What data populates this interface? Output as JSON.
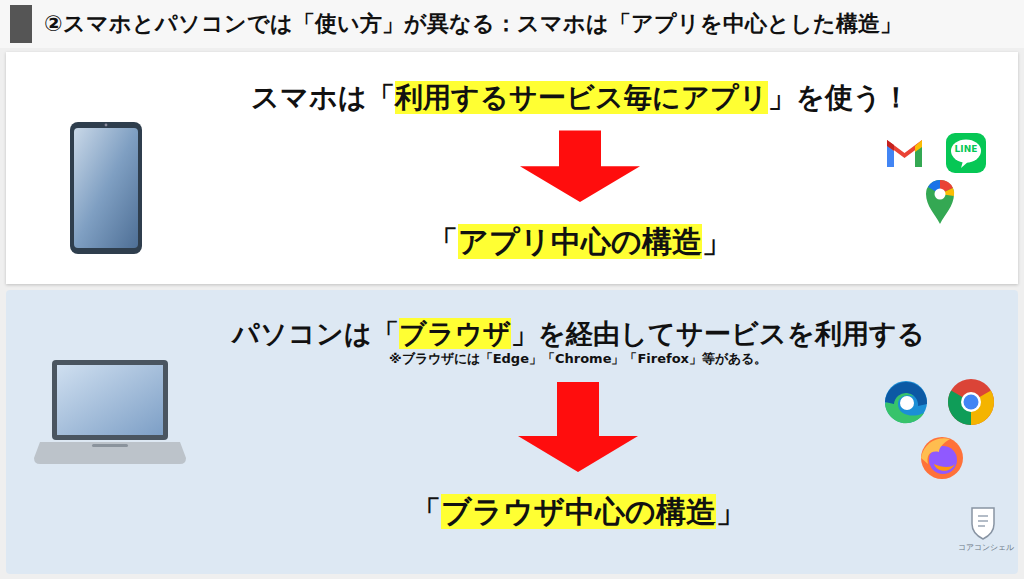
{
  "diagram": {
    "title": "②スマホとパソコンでは「使い方」が異なる：スマホは「アプリを中心とした構造」",
    "nodes": [
      {
        "text": [
          "スマホは「利用するサービス毎にアプリ」を使う！"
        ]
      },
      {
        "text": [
          "「アプリ中心の構造」"
        ]
      },
      {
        "text": [
          "パソコンは「ブラウザ」を経由してサービスを利用する",
          "※ブラウザには「Edge」「Chrome」「Firefox」等がある。"
        ]
      },
      {
        "text": [
          "「ブラウザ中心の構造」"
        ]
      }
    ],
    "edges": [
      {
        "from": 0,
        "to": 1,
        "arrow": "to"
      },
      {
        "from": 2,
        "to": 3,
        "arrow": "to"
      }
    ],
    "labels": [
      "LINE",
      "コアコンシェル"
    ]
  }
}
